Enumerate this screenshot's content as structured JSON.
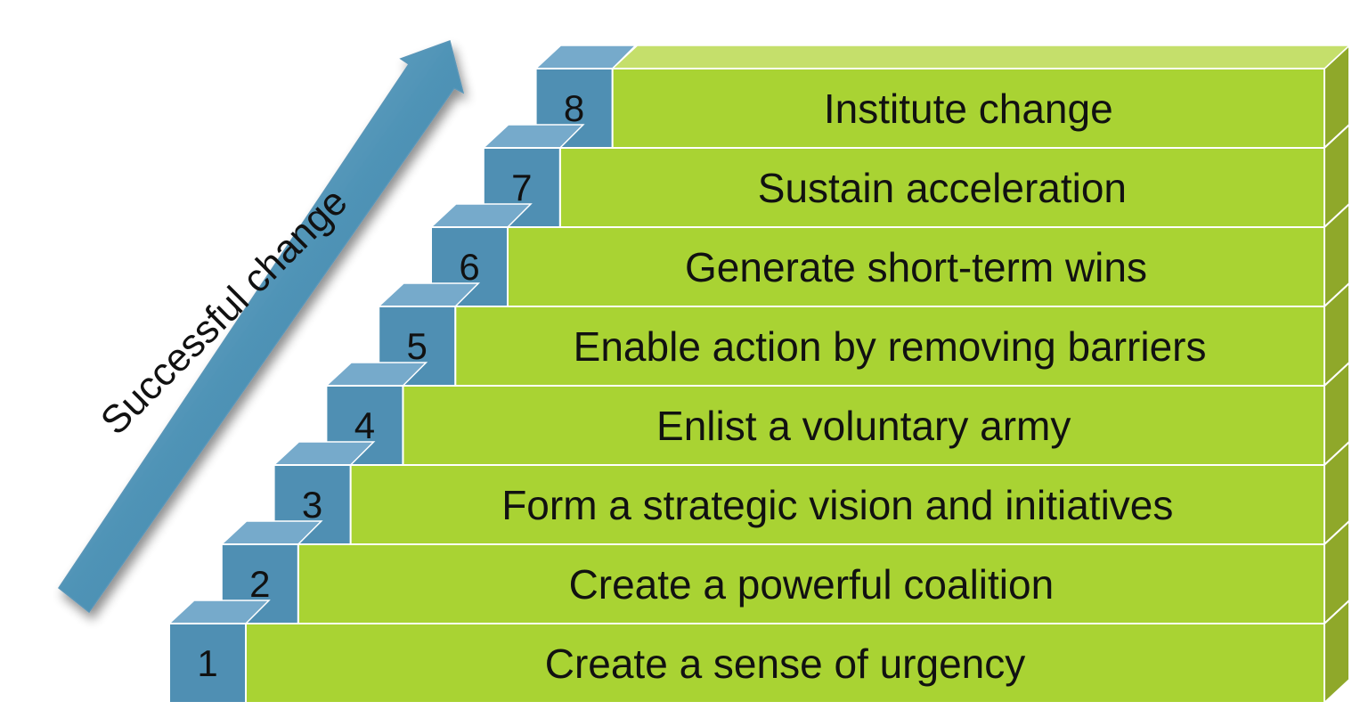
{
  "arrow": {
    "label": "Successful change"
  },
  "steps": [
    {
      "number": "1",
      "label": "Create a sense of urgency"
    },
    {
      "number": "2",
      "label": "Create a powerful coalition"
    },
    {
      "number": "3",
      "label": "Form a strategic vision and initiatives"
    },
    {
      "number": "4",
      "label": "Enlist a voluntary army"
    },
    {
      "number": "5",
      "label": "Enable action by removing barriers"
    },
    {
      "number": "6",
      "label": "Generate short-term wins"
    },
    {
      "number": "7",
      "label": "Sustain acceleration"
    },
    {
      "number": "8",
      "label": "Institute change"
    }
  ],
  "colors": {
    "bar_front": "#a9d333",
    "bar_top": "#c5df6b",
    "bar_side": "#8fa82a",
    "number_box": "#4f8fb3",
    "number_top": "#76aacb",
    "arrow": "#4f93b6",
    "arrow_light": "#8cc2dc",
    "text": "#111111"
  }
}
